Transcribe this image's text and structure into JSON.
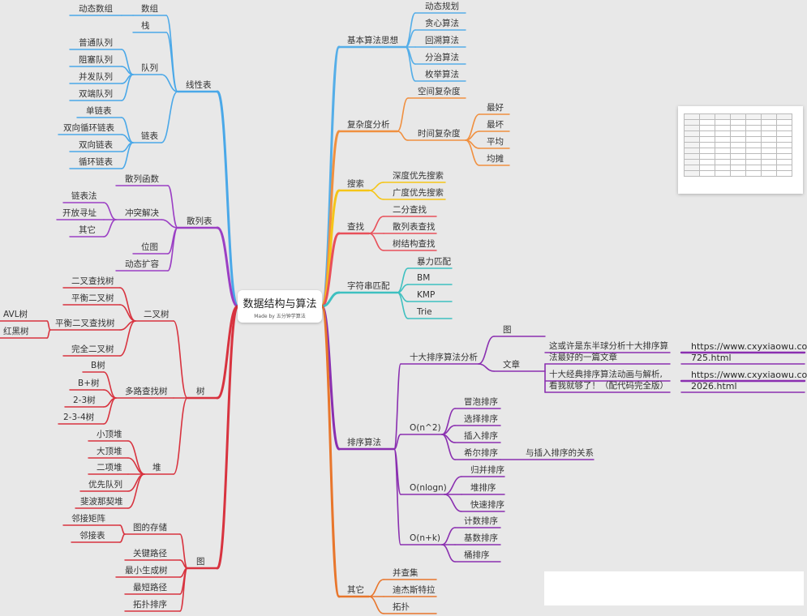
{
  "root": {
    "title": "数据结构与算法",
    "subtitle": "Made by 五分钟学算法"
  },
  "nodes": [
    {
      "id": "b1",
      "text": "基本算法思想"
    },
    {
      "id": "b1a",
      "text": "动态规划"
    },
    {
      "id": "b1b",
      "text": "贪心算法"
    },
    {
      "id": "b1c",
      "text": "回溯算法"
    },
    {
      "id": "b1d",
      "text": "分治算法"
    },
    {
      "id": "b1e",
      "text": "枚举算法"
    },
    {
      "id": "b2",
      "text": "复杂度分析"
    },
    {
      "id": "b2a",
      "text": "空间复杂度"
    },
    {
      "id": "b2b",
      "text": "时间复杂度"
    },
    {
      "id": "b2b1",
      "text": "最好"
    },
    {
      "id": "b2b2",
      "text": "最坏"
    },
    {
      "id": "b2b3",
      "text": "平均"
    },
    {
      "id": "b2b4",
      "text": "均摊"
    },
    {
      "id": "b3",
      "text": "搜索"
    },
    {
      "id": "b3a",
      "text": "深度优先搜索"
    },
    {
      "id": "b3b",
      "text": "广度优先搜索"
    },
    {
      "id": "b4",
      "text": "查找"
    },
    {
      "id": "b4a",
      "text": "二分查找"
    },
    {
      "id": "b4b",
      "text": "散列表查找"
    },
    {
      "id": "b4c",
      "text": "树结构查找"
    },
    {
      "id": "b5",
      "text": "字符串匹配"
    },
    {
      "id": "b5a",
      "text": "暴力匹配"
    },
    {
      "id": "b5b",
      "text": "BM"
    },
    {
      "id": "b5c",
      "text": "KMP"
    },
    {
      "id": "b5d",
      "text": "Trie"
    },
    {
      "id": "b6",
      "text": "排序算法"
    },
    {
      "id": "b6a",
      "text": "十大排序算法分析"
    },
    {
      "id": "b6a1",
      "text": "图"
    },
    {
      "id": "b6a2",
      "text": "文章"
    },
    {
      "id": "b6a2a",
      "text": "这或许是东半球分析十大排序算"
    },
    {
      "id": "b6a2a2",
      "text": "法最好的一篇文章"
    },
    {
      "id": "u1",
      "text": "https://www.cxyxiaowu.com/"
    },
    {
      "id": "u1b",
      "text": "725.html"
    },
    {
      "id": "b6a2b",
      "text": "十大经典排序算法动画与解析,"
    },
    {
      "id": "b6a2b2",
      "text": "看我就够了！（配代码完全版）"
    },
    {
      "id": "u2",
      "text": "https://www.cxyxiaowu.com/"
    },
    {
      "id": "u2b",
      "text": "2026.html"
    },
    {
      "id": "b6b",
      "text": "O(n^2)"
    },
    {
      "id": "b6b1",
      "text": "冒泡排序"
    },
    {
      "id": "b6b2",
      "text": "选择排序"
    },
    {
      "id": "b6b3",
      "text": "插入排序"
    },
    {
      "id": "b6b4",
      "text": "希尔排序"
    },
    {
      "id": "b6b4n",
      "text": "与插入排序的关系"
    },
    {
      "id": "b6c",
      "text": "O(nlogn)"
    },
    {
      "id": "b6c1",
      "text": "归并排序"
    },
    {
      "id": "b6c2",
      "text": "堆排序"
    },
    {
      "id": "b6c3",
      "text": "快速排序"
    },
    {
      "id": "b6d",
      "text": "O(n+k)"
    },
    {
      "id": "b6d1",
      "text": "计数排序"
    },
    {
      "id": "b6d2",
      "text": "基数排序"
    },
    {
      "id": "b6d3",
      "text": "桶排序"
    },
    {
      "id": "b7",
      "text": "其它"
    },
    {
      "id": "b7a",
      "text": "并查集"
    },
    {
      "id": "b7b",
      "text": "迪杰斯特拉"
    },
    {
      "id": "b7c",
      "text": "拓扑"
    },
    {
      "id": "L1",
      "text": "线性表"
    },
    {
      "id": "L1a",
      "text": "数组"
    },
    {
      "id": "L1a1",
      "text": "动态数组"
    },
    {
      "id": "L1b",
      "text": "栈"
    },
    {
      "id": "L1c",
      "text": "队列"
    },
    {
      "id": "L1c1",
      "text": "普通队列"
    },
    {
      "id": "L1c2",
      "text": "阻塞队列"
    },
    {
      "id": "L1c3",
      "text": "并发队列"
    },
    {
      "id": "L1c4",
      "text": "双端队列"
    },
    {
      "id": "L1d",
      "text": "链表"
    },
    {
      "id": "L1d1",
      "text": "单链表"
    },
    {
      "id": "L1d2",
      "text": "双向循环链表"
    },
    {
      "id": "L1d3",
      "text": "双向链表"
    },
    {
      "id": "L1d4",
      "text": "循环链表"
    },
    {
      "id": "L2",
      "text": "散列表"
    },
    {
      "id": "L2a",
      "text": "散列函数"
    },
    {
      "id": "L2b",
      "text": "冲突解决"
    },
    {
      "id": "L2b1",
      "text": "链表法"
    },
    {
      "id": "L2b2",
      "text": "开放寻址"
    },
    {
      "id": "L2b3",
      "text": "其它"
    },
    {
      "id": "L2c",
      "text": "位图"
    },
    {
      "id": "L2d",
      "text": "动态扩容"
    },
    {
      "id": "L3",
      "text": "树"
    },
    {
      "id": "L3a",
      "text": "二叉树"
    },
    {
      "id": "L3a1",
      "text": "二叉查找树"
    },
    {
      "id": "L3a2",
      "text": "平衡二叉树"
    },
    {
      "id": "L3a3",
      "text": "平衡二叉查找树"
    },
    {
      "id": "L3a3a",
      "text": "AVL树"
    },
    {
      "id": "L3a3b",
      "text": "红黑树"
    },
    {
      "id": "L3a4",
      "text": "完全二叉树"
    },
    {
      "id": "L3b",
      "text": "多路查找树"
    },
    {
      "id": "L3b1",
      "text": "B树"
    },
    {
      "id": "L3b2",
      "text": "B+树"
    },
    {
      "id": "L3b3",
      "text": "2-3树"
    },
    {
      "id": "L3b4",
      "text": "2-3-4树"
    },
    {
      "id": "L3c",
      "text": "堆"
    },
    {
      "id": "L3c1",
      "text": "小顶堆"
    },
    {
      "id": "L3c2",
      "text": "大顶堆"
    },
    {
      "id": "L3c3",
      "text": "二项堆"
    },
    {
      "id": "L3c4",
      "text": "优先队列"
    },
    {
      "id": "L3c5",
      "text": "斐波那契堆"
    },
    {
      "id": "L4",
      "text": "图"
    },
    {
      "id": "L4a",
      "text": "图的存储"
    },
    {
      "id": "L4a1",
      "text": "邻接矩阵"
    },
    {
      "id": "L4a2",
      "text": "邻接表"
    },
    {
      "id": "L4b",
      "text": "关键路径"
    },
    {
      "id": "L4c",
      "text": "最小生成树"
    },
    {
      "id": "L4d",
      "text": "最短路径"
    },
    {
      "id": "L4e",
      "text": "拓扑排序"
    }
  ],
  "colors": {
    "blue": "#4aa8e8",
    "orange": "#f09040",
    "yellow": "#f5c518",
    "red": "#e8505a",
    "teal": "#3ec0c0",
    "purple": "#9b3fc4",
    "darkorange": "#e8762c",
    "sky": "#55aee8",
    "violet": "#8a2fb0",
    "crimson": "#d8333f",
    "background": "#e8e8e8"
  }
}
